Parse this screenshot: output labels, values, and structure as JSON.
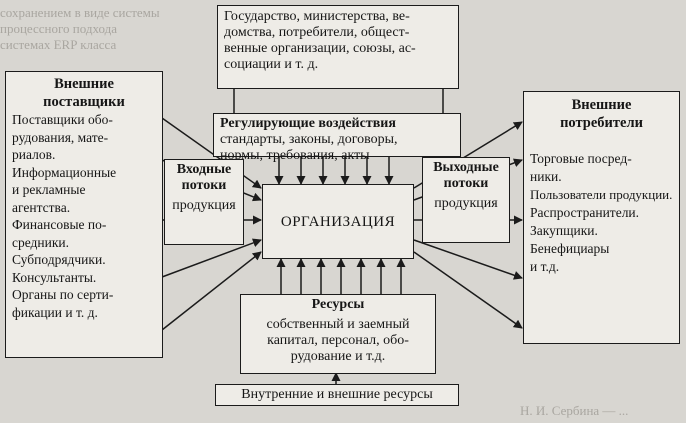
{
  "background_lines": [
    "сохранением в виде системы",
    "процессного подхода",
    "системах ERP класса",
    "",
    "",
    "",
    "",
    "",
    "",
    "",
    "",
    "",
    "",
    "",
    "",
    "",
    "",
    "",
    "",
    "",
    "",
    "",
    "",
    "Н. И. Сербина — ..."
  ],
  "external_suppliers": {
    "title": "Внешние поставщики",
    "items": [
      "Поставщики обо-",
      "рудования, мате-",
      "риалов.",
      "Информационные",
      "и рекламные",
      "агентства.",
      "Финансовые по-",
      "средники.",
      "Субподрядчики.",
      "Консультанты.",
      "Органы по серти-",
      "фикации и т. д."
    ]
  },
  "state_box": {
    "lines": [
      "Государство, министерства, ве-",
      "домства, потребители, общест-",
      "венные организации, союзы, ас-",
      "социации и т. д."
    ]
  },
  "regulating": {
    "title": "Регулирующие воздействия",
    "lines": [
      "стандарты, законы, договоры,",
      "нормы, требования, акты"
    ]
  },
  "input_flows": {
    "title_lines": [
      "Входные",
      "потоки"
    ],
    "sub": "продукция"
  },
  "organization": {
    "label": "ОРГАНИЗАЦИЯ"
  },
  "output_flows": {
    "title_lines": [
      "Выходные",
      "потоки"
    ],
    "sub": "продукция"
  },
  "external_consumers": {
    "title_lines": [
      "Внешние",
      "потребители"
    ],
    "items": [
      "Торговые посред-",
      "ники.",
      "Пользователи продукции.",
      "Распространители.",
      "Закупщики.",
      "Бенефициары",
      "и т.д."
    ]
  },
  "resources": {
    "title": "Ресурсы",
    "lines": [
      "собственный и заемный",
      "капитал, персонал, обо-",
      "рудование и т.д."
    ]
  },
  "internal_external": {
    "label": "Внутренние и внешние ресурсы"
  }
}
